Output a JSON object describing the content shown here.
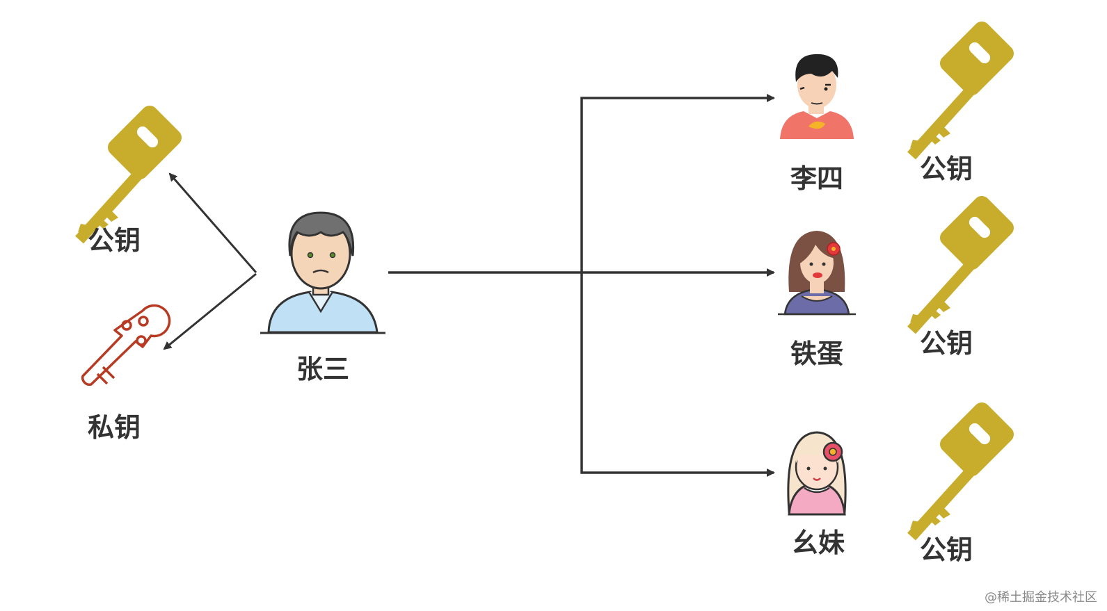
{
  "colors": {
    "public_key": "#c8ac2c",
    "private_key": "#b83a22",
    "arrow": "#333333",
    "label": "#333333"
  },
  "people": {
    "sender": {
      "name": "张三",
      "icon": "man-avatar-icon"
    },
    "recipients": [
      {
        "name": "李四",
        "icon": "young-man-avatar-icon",
        "key_label": "公钥"
      },
      {
        "name": "铁蛋",
        "icon": "woman-with-flower-avatar-icon",
        "key_label": "公钥"
      },
      {
        "name": "幺妹",
        "icon": "girl-with-flower-avatar-icon",
        "key_label": "公钥"
      }
    ]
  },
  "sender_keys": {
    "public_label": "公钥",
    "private_label": "私钥"
  },
  "watermark": "@稀土掘金技术社区"
}
